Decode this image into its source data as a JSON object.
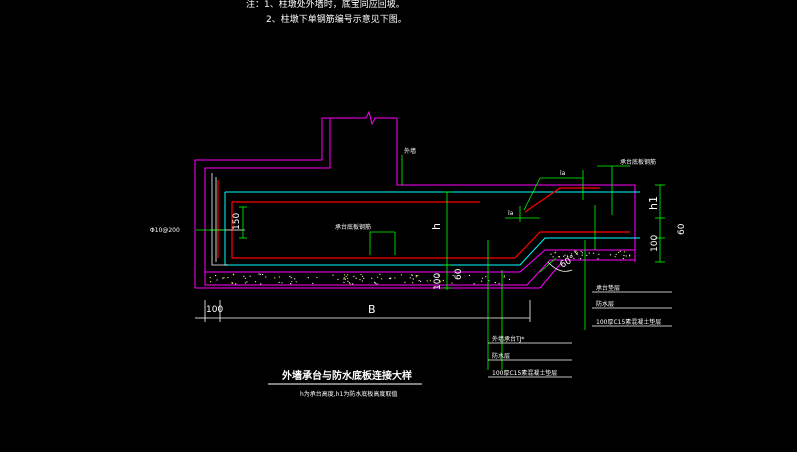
{
  "notes": {
    "line1": "注：1、柱墩处外墙时，底宝同应回坡。",
    "line2": "2、柱墩下单钢筋编号示意见下图。"
  },
  "labels": {
    "wall": "外墙",
    "top_rebar_right": "承台底板钢筋",
    "main_rebar": "承台底板钢筋",
    "stirrup": "Φ10@200",
    "la_top": "la",
    "la_mid": "la"
  },
  "dims": {
    "d150": "150",
    "h": "h",
    "h1": "h1",
    "d60_right": "60",
    "d100_right": "100",
    "d60_center": "60",
    "d100_center": "100",
    "d100_bottom": "100",
    "B": "B",
    "angle": "60°"
  },
  "legend_right": {
    "item1": "承台垫层",
    "item2": "防水层",
    "item3": "100厚C15素混凝土垫层"
  },
  "legend_center": {
    "item1": "外墙承台TJ*",
    "item2": "防水层",
    "item3": "100厚C15素混凝土垫层"
  },
  "title": {
    "main": "外墙承台与防水底板连接大样",
    "sub": "h为承台高度,h1为防水底板高度取值"
  },
  "colors": {
    "background": "#000000",
    "magenta": "#ff00ff",
    "cyan": "#00ffff",
    "green": "#00ff00",
    "white": "#ffffff",
    "red": "#ff0000",
    "yellow": "#ffff00"
  }
}
